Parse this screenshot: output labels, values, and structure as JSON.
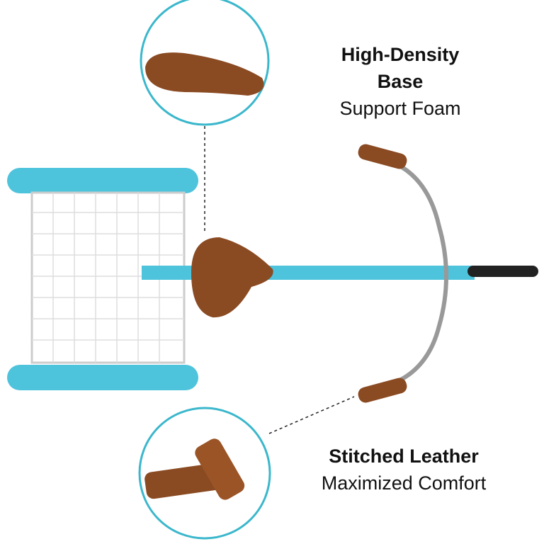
{
  "callouts": [
    {
      "title": "High-Density Base",
      "subtitle": "Support Foam"
    },
    {
      "title": "Stitched Leather",
      "subtitle": "Maximized Comfort"
    }
  ],
  "colors": {
    "frame": "#4ec3dc",
    "leather": "#8a4a22",
    "ring": "#3bb7cc"
  }
}
